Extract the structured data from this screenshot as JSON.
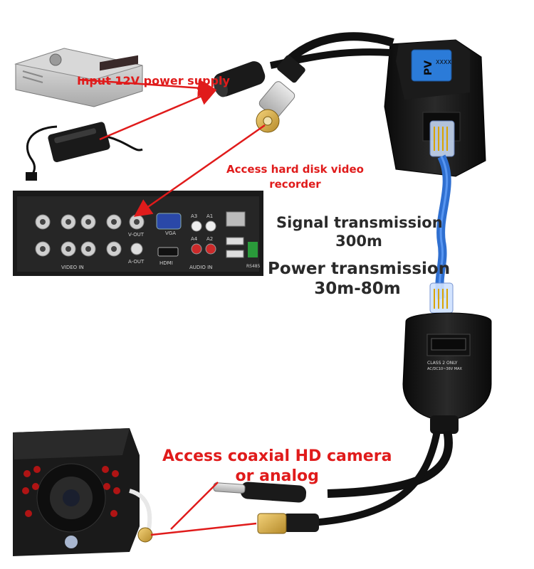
{
  "labels": {
    "input_power": "Input 12V power supply",
    "dvr_line1": "Access hard disk video",
    "dvr_line2": "recorder",
    "signal_line1": "Signal transmission",
    "signal_line2": "300m",
    "power_line1": "Power transmission",
    "power_line2": "30m-80m",
    "camera_line1": "Access coaxial HD camera",
    "camera_line2": "or analog"
  },
  "device_print": {
    "top_balun_badge": "PV",
    "top_balun_model": "XXXX",
    "bottom_balun_class": "CLASS 2 ONLY",
    "bottom_balun_rating": "AC/DC10~36V MAX",
    "dvr_video_in": "VIDEO IN",
    "dvr_audio_in": "AUDIO IN",
    "dvr_vga": "VGA",
    "dvr_hdmi": "HDMI",
    "dvr_vout": "V-OUT",
    "dvr_aout": "A-OUT",
    "dvr_a1": "A1",
    "dvr_a2": "A2",
    "dvr_a3": "A3",
    "dvr_a4": "A4",
    "dvr_rs485": "RS485"
  },
  "colors": {
    "annotation_red": "#e01b1b",
    "label_dark": "#2a2a2a",
    "cable_blue": "#2f6fd0",
    "body_black": "#111111"
  }
}
